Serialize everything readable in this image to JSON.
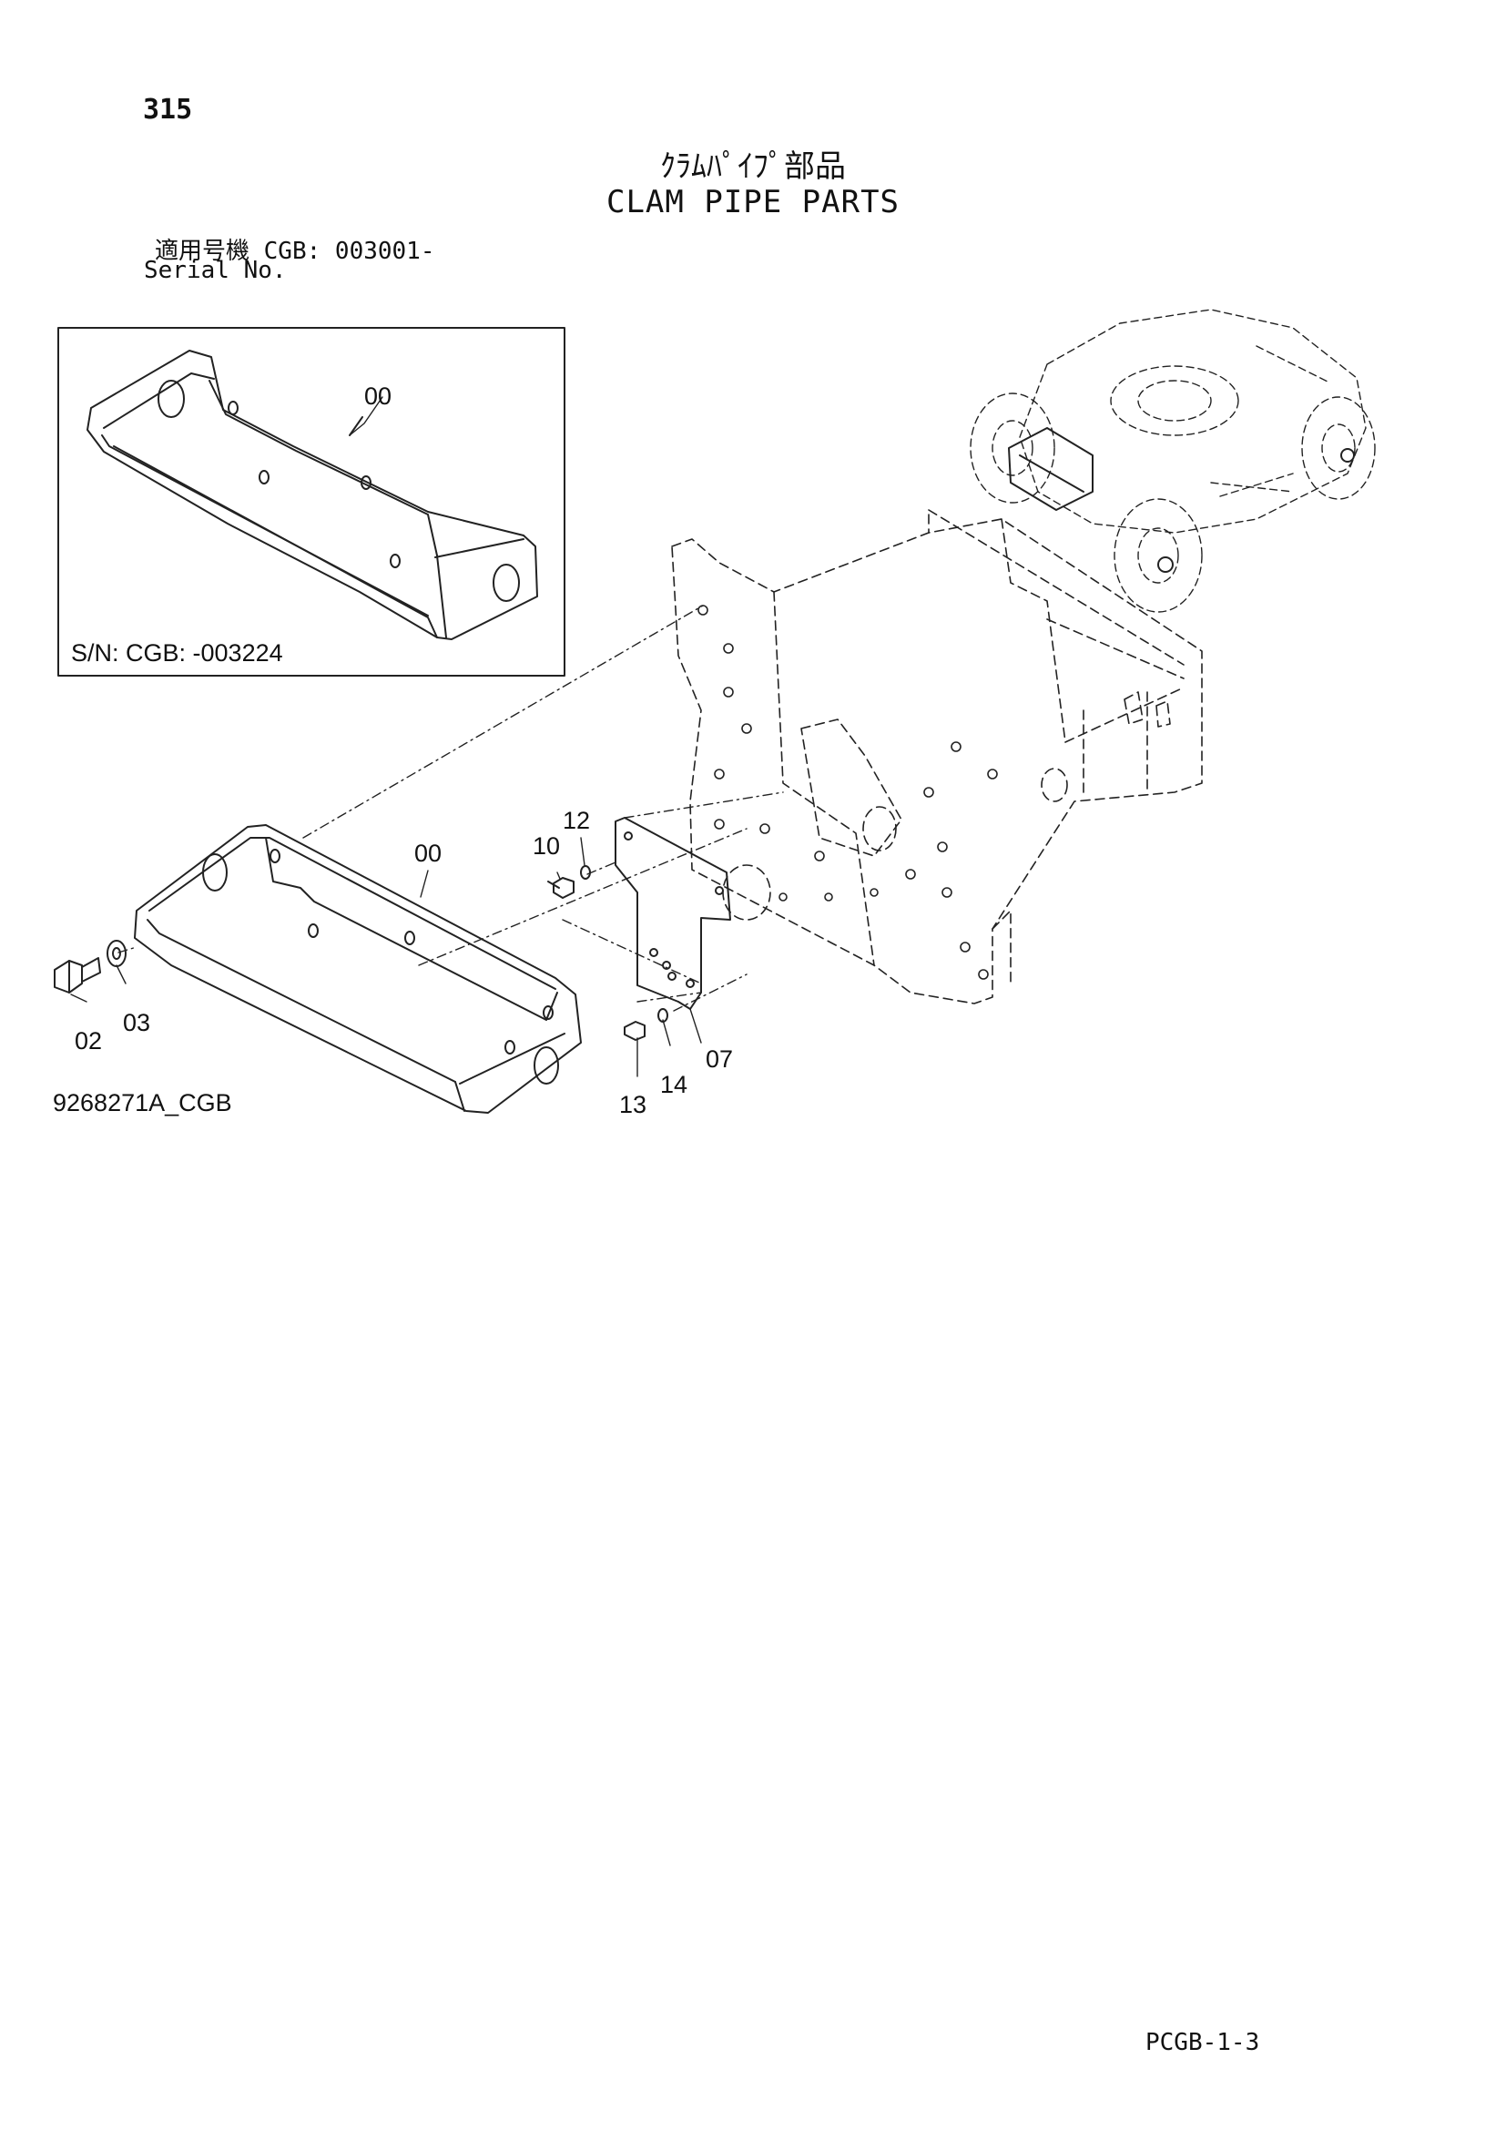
{
  "header": {
    "page_number": "315",
    "title_ja": "ｸﾗﾑﾊﾟｲﾌﾟ部品",
    "title_en": "CLAM PIPE PARTS",
    "serial_ja": "適用号機  CGB: 003001-",
    "serial_en": "Serial No."
  },
  "inset": {
    "serial_label": "S/N: CGB: -003224",
    "callout": "00"
  },
  "callouts": {
    "main_beam": "00",
    "bolt_large": "02",
    "washer_large": "03",
    "bolt_top": "10",
    "washer_top": "12",
    "plate": "07",
    "bolt_bottom": "13",
    "washer_bottom": "14"
  },
  "drawing_id": "9268271A_CGB",
  "footer": {
    "page_code": "PCGB-1-3"
  }
}
